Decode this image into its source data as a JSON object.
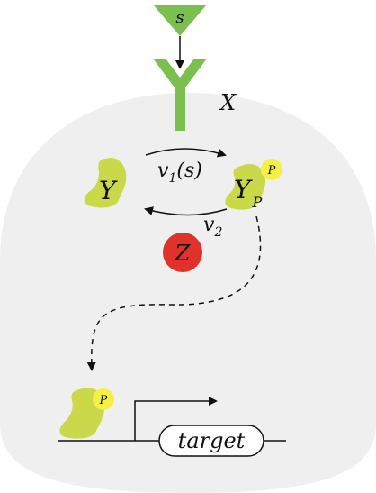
{
  "signal": {
    "label": "s"
  },
  "receptor": {
    "label": "X"
  },
  "protein_y": {
    "label": "Y"
  },
  "protein_yp": {
    "label": "Y",
    "subscript": "P",
    "phospho_badge": "P"
  },
  "rate_forward": {
    "main": "v",
    "subscript": "1",
    "arg": "(s)"
  },
  "rate_backward": {
    "main": "v",
    "subscript": "2"
  },
  "protein_z": {
    "label": "Z"
  },
  "bound_protein": {
    "phospho_badge": "P"
  },
  "gene": {
    "label": "target"
  },
  "colors": {
    "cell": "#efefef",
    "protein_green": "#c9d94a",
    "receptor_green": "#7bbf4e",
    "phospho_yellow": "#f6f046",
    "z_red": "#e0322b",
    "ink": "#111111"
  }
}
